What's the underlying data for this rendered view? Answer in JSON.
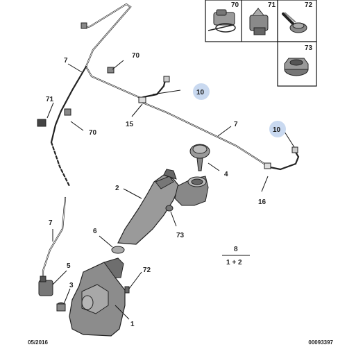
{
  "callouts": {
    "c1": "1",
    "c2": "2",
    "c3": "3",
    "c4": "4",
    "c5": "5",
    "c6": "6",
    "c7a": "7",
    "c7b": "7",
    "c7c": "7",
    "c8_top": "8",
    "c8_bottom": "1 + 2",
    "c10a": "10",
    "c10b": "10",
    "c15": "15",
    "c16": "16",
    "c70a": "70",
    "c70b": "70",
    "c71": "71",
    "c72": "72",
    "c73": "73"
  },
  "inset": {
    "h70": "70",
    "h71": "71",
    "h72": "72",
    "h73": "73"
  },
  "footer": {
    "date": "05/2016",
    "ref": "00093397"
  },
  "colors": {
    "highlight": "#c9d9f0",
    "line": "#111111"
  }
}
